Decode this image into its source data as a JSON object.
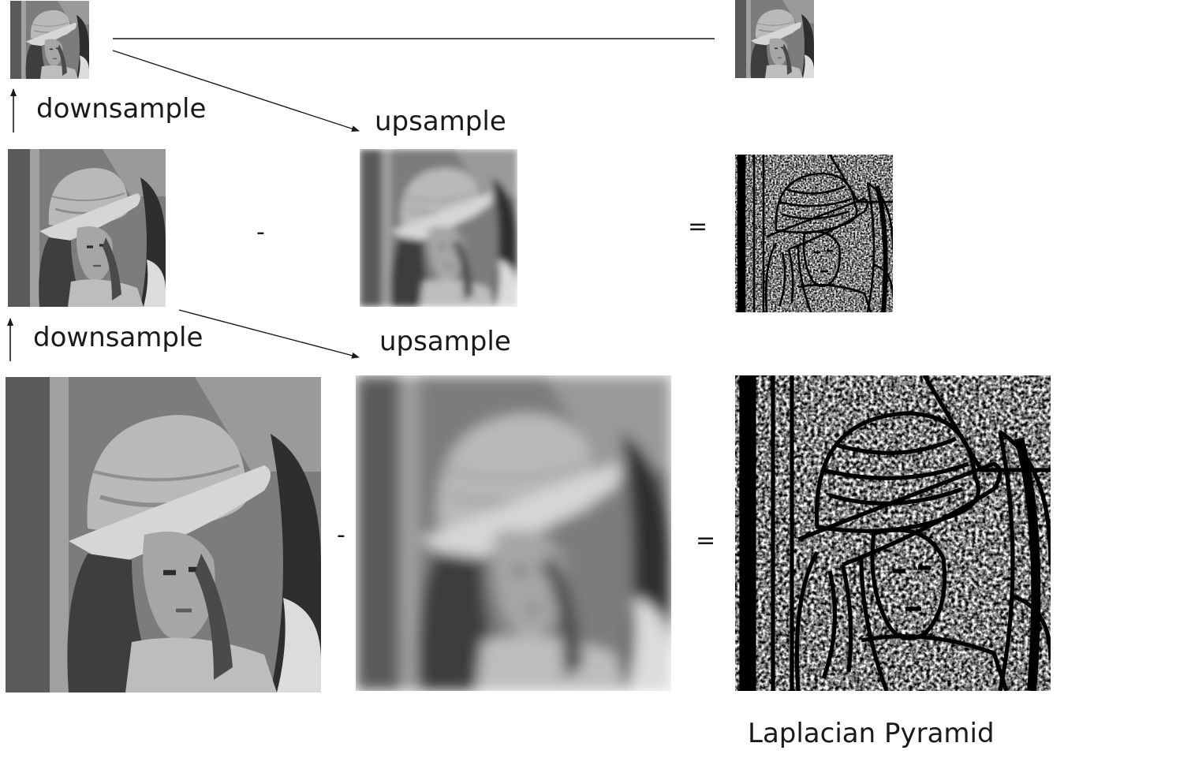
{
  "labels": {
    "downsample_top": "downsample",
    "upsample_top": "upsample",
    "downsample_mid": "downsample",
    "upsample_mid": "upsample",
    "minus_mid": "-",
    "equals_mid": "=",
    "minus_bottom": "-",
    "equals_bottom": "=",
    "caption": "Laplacian Pyramid"
  },
  "images": {
    "gaussian_level2": "grayscale portrait, smallest",
    "gaussian_level1": "grayscale portrait, medium",
    "gaussian_level0": "grayscale portrait, full size",
    "upsampled_level1": "blurred grayscale portrait, medium",
    "upsampled_level0": "blurred grayscale portrait, full size",
    "laplacian_level2": "grayscale portrait, smallest",
    "laplacian_level1": "black and white edge map, medium",
    "laplacian_level0": "black and white edge map, full size"
  },
  "colors": {
    "ink": "#1a1a1a",
    "photo_dark": "#3a3a3a",
    "photo_mid": "#8a8a8a",
    "photo_light": "#c8c8c8",
    "edge_bg": "#ffffff",
    "edge_ink": "#000000"
  }
}
